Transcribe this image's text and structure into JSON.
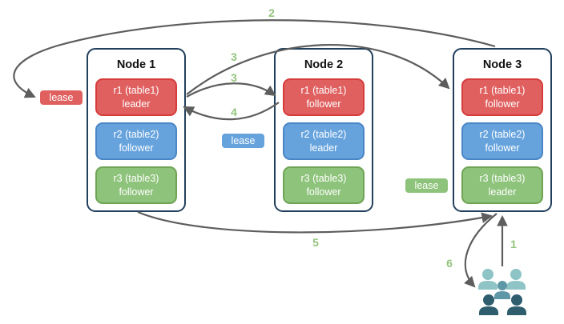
{
  "diagram": {
    "background": "#ffffff",
    "arrow_color": "#5d5d5d",
    "colors": {
      "red": {
        "fill": "#e06060",
        "border": "#d63c3c"
      },
      "blue": {
        "fill": "#66a3dd",
        "border": "#4a86c5"
      },
      "green": {
        "fill": "#8ec37b",
        "border": "#6fa455"
      },
      "node_border": "#22405e",
      "step_label": "#93c47d"
    },
    "nodes": [
      {
        "title": "Node 1",
        "replicas": [
          {
            "line1": "r1 (table1)",
            "line2": "leader",
            "kind": "red"
          },
          {
            "line1": "r2 (table2)",
            "line2": "follower",
            "kind": "blue"
          },
          {
            "line1": "r3 (table3)",
            "line2": "follower",
            "kind": "green"
          }
        ]
      },
      {
        "title": "Node 2",
        "replicas": [
          {
            "line1": "r1 (table1)",
            "line2": "follower",
            "kind": "red"
          },
          {
            "line1": "r2 (table2)",
            "line2": "leader",
            "kind": "blue"
          },
          {
            "line1": "r3 (table3)",
            "line2": "follower",
            "kind": "green"
          }
        ]
      },
      {
        "title": "Node 3",
        "replicas": [
          {
            "line1": "r1 (table1)",
            "line2": "follower",
            "kind": "red"
          },
          {
            "line1": "r2 (table2)",
            "line2": "follower",
            "kind": "blue"
          },
          {
            "line1": "r3 (table3)",
            "line2": "leader",
            "kind": "green"
          }
        ]
      }
    ],
    "leases": [
      {
        "label": "lease",
        "kind": "red"
      },
      {
        "label": "lease",
        "kind": "blue"
      },
      {
        "label": "lease",
        "kind": "green"
      }
    ],
    "step_labels": [
      {
        "label": "2",
        "arrow": "node3-top to red-lease"
      },
      {
        "label": "3",
        "arrow": "node1-r1-leader to node3-r1-follower"
      },
      {
        "label": "3",
        "arrow": "node1-r1-leader to node2-r1-follower"
      },
      {
        "label": "4",
        "arrow": "node2-r1-follower to node1-r1-leader"
      },
      {
        "label": "5",
        "arrow": "node1-bottom to node3-bottom"
      },
      {
        "label": "1",
        "arrow": "clients to node3-r3-leader"
      },
      {
        "label": "6",
        "arrow": "node3-r3-leader to clients"
      }
    ],
    "users_icon": {
      "light": "#8fc4c6",
      "medium": "#5e98a6",
      "dark": "#2e5d6e"
    }
  }
}
